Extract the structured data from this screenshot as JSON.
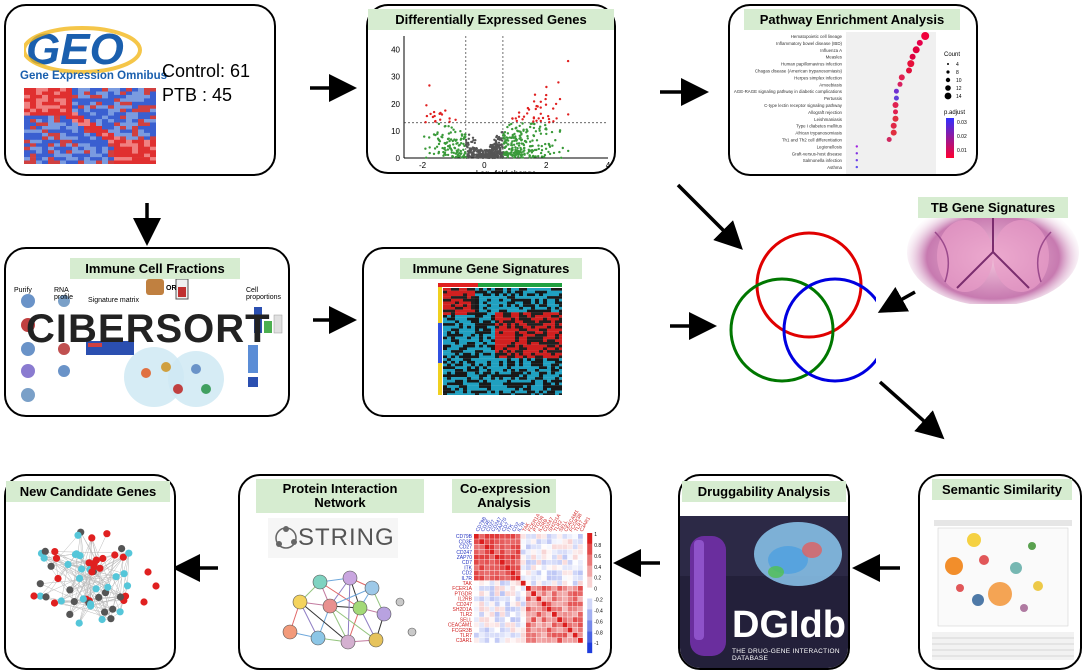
{
  "geo": {
    "logo_text": "GEO",
    "logo_subtitle": "Gene Expression Omnibus",
    "control_label": "Control: 61",
    "ptb_label": "PTB : 45"
  },
  "deg": {
    "title": "Differentially Expressed Genes",
    "y_ticks": [
      "40",
      "30",
      "20",
      "10",
      "0"
    ],
    "x_ticks": [
      "-2",
      "0",
      "2",
      "4"
    ],
    "xlabel_prefix": "Log",
    "xlabel_sub": "2",
    "xlabel_suffix": " fold change"
  },
  "pathway": {
    "title": "Pathway Enrichment Analysis",
    "terms": [
      "Hematopoietic cell lineage",
      "Inflammatory bowel disease (IBD)",
      "Influenza A",
      "Measles",
      "Human papillomavirus infection",
      "Chagas disease (American trypanosomiasis)",
      "Herpes simplex infection",
      "Amoebiasis",
      "AGE-RAGE signaling pathway in diabetic complications",
      "Pertussis",
      "C-type lectin receptor signaling pathway",
      "Allograft rejection",
      "Leishmaniasis",
      "Type I diabetes mellitus",
      "African trypanosomiasis",
      "Th1 and Th2 cell differentiation",
      "Legionellosis",
      "Graft-versus-host disease",
      "Salmonella infection",
      "Asthma"
    ],
    "count_label": "Count",
    "count_values": [
      "4",
      "8",
      "10",
      "12",
      "14"
    ],
    "padjust_label": "p.adjust",
    "padjust_values": [
      "0.03",
      "0.02",
      "0.01"
    ]
  },
  "tb": {
    "title": "TB Gene Signatures"
  },
  "immune_cell": {
    "title": "Immune Cell Fractions",
    "cibersort_text": "CIBERSORT",
    "labels": [
      "Purify",
      "RNA profile",
      "Signature matrix",
      "tumor",
      "draw",
      "OR",
      "Cell proportions"
    ]
  },
  "immune_gene": {
    "title": "Immune Gene Signatures"
  },
  "semantic": {
    "title": "Semantic Similarity"
  },
  "druggability": {
    "title": "Druggability Analysis",
    "logo_text": "DGIdb",
    "logo_subtitle": "THE DRUG-GENE INTERACTION DATABASE"
  },
  "ppi": {
    "title_line1": "Protein Interaction",
    "title_line2": "Network",
    "string_text": "STRING",
    "coexp_line1": "Co-expression",
    "coexp_line2": "Analysis",
    "genes": [
      "CD79B",
      "CD3E",
      "CD27",
      "CD247",
      "ZAP70",
      "CD7",
      "ITK",
      "CD2",
      "IL7R",
      "TAK",
      "FCER1A",
      "PTGDR",
      "IL2RB",
      "CD247",
      "SH2D1A",
      "TLR2",
      "SELL",
      "CEACAM1",
      "FCGR3B",
      "TLR7",
      "C3AR1"
    ],
    "scale": [
      "1",
      "0.8",
      "0.6",
      "0.4",
      "0.2",
      "0",
      "-0.2",
      "-0.4",
      "-0.6",
      "-0.8",
      "-1"
    ]
  },
  "candidate": {
    "title": "New Candidate Genes"
  },
  "colors": {
    "title_bg": "#d6ecd0",
    "venn_red": "#e00000",
    "venn_green": "#007700",
    "venn_blue": "#0000e0",
    "volcano_red": "#e02020",
    "volcano_green": "#3a9a3a",
    "volcano_grey": "#555555"
  }
}
